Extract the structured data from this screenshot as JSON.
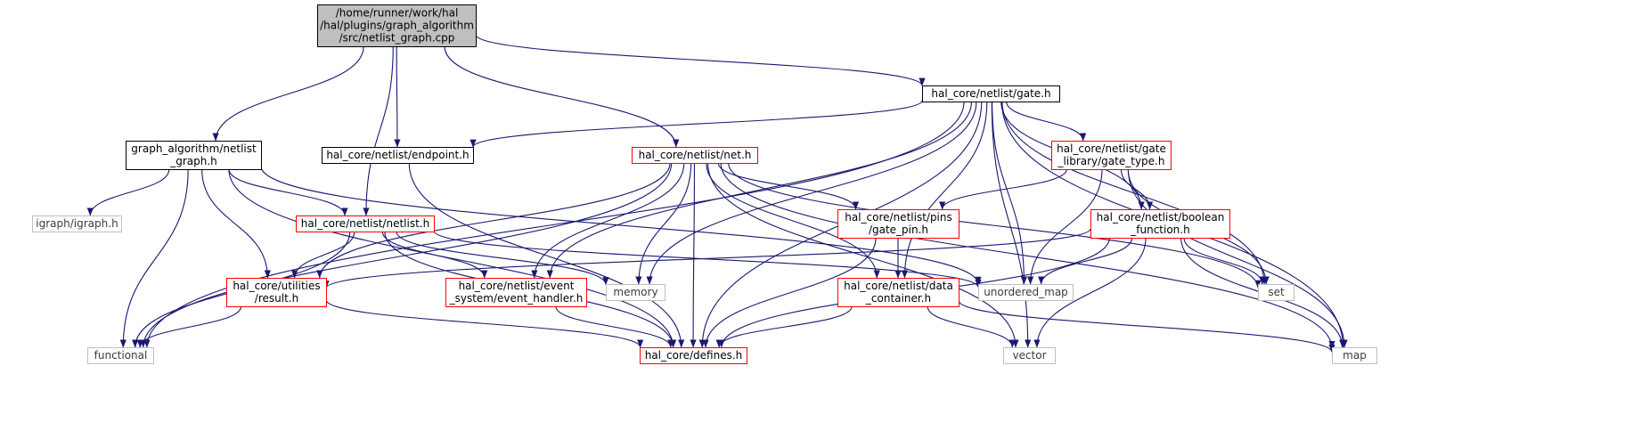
{
  "colors": {
    "edge": "#191970",
    "root_fill": "#bfbfbf",
    "partial_border": "#ff0000",
    "system_border": "#bfbfbf"
  },
  "nodes": [
    {
      "id": "root",
      "kind": "root",
      "lines": [
        "/home/runner/work/hal",
        "/hal/plugins/graph_algorithm",
        "/src/netlist_graph.cpp"
      ]
    },
    {
      "id": "gate_h",
      "kind": "doc",
      "lines": [
        "hal_core/netlist/gate.h"
      ]
    },
    {
      "id": "netlist_graph_h",
      "kind": "doc",
      "lines": [
        "graph_algorithm/netlist",
        "_graph.h"
      ]
    },
    {
      "id": "endpoint_h",
      "kind": "doc",
      "lines": [
        "hal_core/netlist/endpoint.h"
      ]
    },
    {
      "id": "net_h",
      "kind": "partial",
      "lines": [
        "hal_core/netlist/net.h"
      ]
    },
    {
      "id": "gate_type_h",
      "kind": "partial",
      "lines": [
        "hal_core/netlist/gate",
        "_library/gate_type.h"
      ]
    },
    {
      "id": "igraph_h",
      "kind": "system",
      "lines": [
        "igraph/igraph.h"
      ]
    },
    {
      "id": "netlist_h",
      "kind": "partial",
      "lines": [
        "hal_core/netlist/netlist.h"
      ]
    },
    {
      "id": "gate_pin_h",
      "kind": "partial",
      "lines": [
        "hal_core/netlist/pins",
        "/gate_pin.h"
      ]
    },
    {
      "id": "boolean_function_h",
      "kind": "partial",
      "lines": [
        "hal_core/netlist/boolean",
        "_function.h"
      ]
    },
    {
      "id": "result_h",
      "kind": "partial",
      "lines": [
        "hal_core/utilities",
        "/result.h"
      ]
    },
    {
      "id": "event_handler_h",
      "kind": "partial",
      "lines": [
        "hal_core/netlist/event",
        "_system/event_handler.h"
      ]
    },
    {
      "id": "memory",
      "kind": "system",
      "lines": [
        "memory"
      ]
    },
    {
      "id": "unordered_map",
      "kind": "system",
      "lines": [
        "unordered_map"
      ]
    },
    {
      "id": "data_container_h",
      "kind": "partial",
      "lines": [
        "hal_core/netlist/data",
        "_container.h"
      ]
    },
    {
      "id": "set",
      "kind": "system",
      "lines": [
        "set"
      ]
    },
    {
      "id": "functional",
      "kind": "system",
      "lines": [
        "functional"
      ]
    },
    {
      "id": "defines_h",
      "kind": "partial",
      "lines": [
        "hal_core/defines.h"
      ]
    },
    {
      "id": "vector",
      "kind": "system",
      "lines": [
        "vector"
      ]
    },
    {
      "id": "map",
      "kind": "system",
      "lines": [
        "map"
      ]
    }
  ],
  "edges": [
    [
      "root",
      "gate_h"
    ],
    [
      "root",
      "netlist_graph_h"
    ],
    [
      "root",
      "endpoint_h"
    ],
    [
      "root",
      "net_h"
    ],
    [
      "root",
      "netlist_h"
    ],
    [
      "gate_h",
      "endpoint_h"
    ],
    [
      "gate_h",
      "gate_type_h"
    ],
    [
      "gate_h",
      "boolean_function_h"
    ],
    [
      "gate_h",
      "event_handler_h"
    ],
    [
      "gate_h",
      "memory"
    ],
    [
      "gate_h",
      "unordered_map"
    ],
    [
      "gate_h",
      "data_container_h"
    ],
    [
      "gate_h",
      "set"
    ],
    [
      "gate_h",
      "functional"
    ],
    [
      "gate_h",
      "defines_h"
    ],
    [
      "gate_h",
      "vector"
    ],
    [
      "gate_h",
      "map"
    ],
    [
      "netlist_graph_h",
      "igraph_h"
    ],
    [
      "netlist_graph_h",
      "netlist_h"
    ],
    [
      "netlist_graph_h",
      "result_h"
    ],
    [
      "netlist_graph_h",
      "unordered_map"
    ],
    [
      "netlist_graph_h",
      "functional"
    ],
    [
      "netlist_graph_h",
      "defines_h"
    ],
    [
      "endpoint_h",
      "defines_h"
    ],
    [
      "net_h",
      "gate_pin_h"
    ],
    [
      "net_h",
      "result_h"
    ],
    [
      "net_h",
      "event_handler_h"
    ],
    [
      "net_h",
      "memory"
    ],
    [
      "net_h",
      "data_container_h"
    ],
    [
      "net_h",
      "set"
    ],
    [
      "net_h",
      "functional"
    ],
    [
      "net_h",
      "defines_h"
    ],
    [
      "net_h",
      "vector"
    ],
    [
      "net_h",
      "map"
    ],
    [
      "gate_type_h",
      "gate_pin_h"
    ],
    [
      "gate_type_h",
      "boolean_function_h"
    ],
    [
      "gate_type_h",
      "unordered_map"
    ],
    [
      "gate_type_h",
      "set"
    ],
    [
      "gate_type_h",
      "map"
    ],
    [
      "netlist_h",
      "result_h"
    ],
    [
      "netlist_h",
      "event_handler_h"
    ],
    [
      "netlist_h",
      "memory"
    ],
    [
      "netlist_h",
      "unordered_map"
    ],
    [
      "netlist_h",
      "functional"
    ],
    [
      "netlist_h",
      "defines_h"
    ],
    [
      "gate_pin_h",
      "data_container_h"
    ],
    [
      "gate_pin_h",
      "defines_h"
    ],
    [
      "boolean_function_h",
      "result_h"
    ],
    [
      "boolean_function_h",
      "unordered_map"
    ],
    [
      "boolean_function_h",
      "set"
    ],
    [
      "boolean_function_h",
      "defines_h"
    ],
    [
      "boolean_function_h",
      "vector"
    ],
    [
      "boolean_function_h",
      "map"
    ],
    [
      "result_h",
      "functional"
    ],
    [
      "result_h",
      "defines_h"
    ],
    [
      "data_container_h",
      "defines_h"
    ],
    [
      "data_container_h",
      "vector"
    ],
    [
      "data_container_h",
      "map"
    ],
    [
      "event_handler_h",
      "defines_h"
    ]
  ]
}
